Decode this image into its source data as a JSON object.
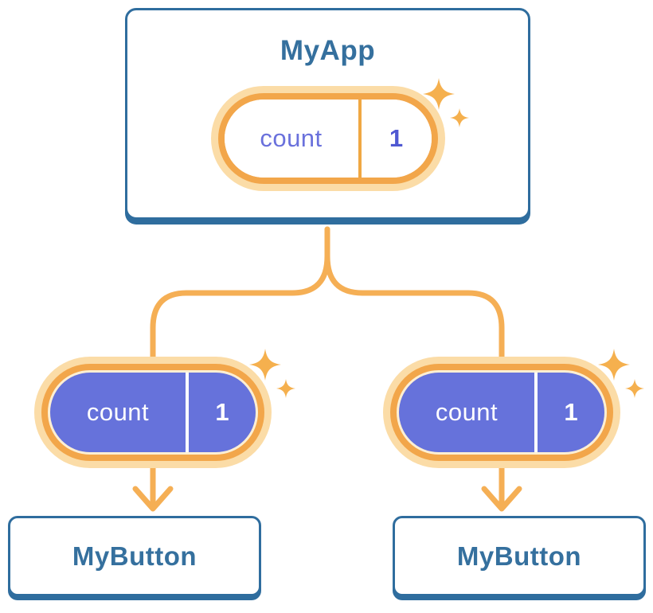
{
  "diagram": {
    "description": "component state sharing tree",
    "root": {
      "title": "MyApp",
      "state": {
        "name": "count",
        "value": "1"
      }
    },
    "children": [
      {
        "title": "MyButton",
        "state": {
          "name": "count",
          "value": "1"
        }
      },
      {
        "title": "MyButton",
        "state": {
          "name": "count",
          "value": "1"
        }
      }
    ]
  },
  "colors": {
    "card_border_blue": "#2F6D9E",
    "title_text_blue": "#35709E",
    "connector_orange": "#F5AF55",
    "pill_ring_orange": "#F2A64A",
    "pill_halo_peach": "#FBDCA7",
    "pill_purple": "#6672DB",
    "state_name_purple": "#6A71DC",
    "state_value_purple": "#4F58D2",
    "sparkle_orange": "#F5B04E",
    "background": "#FFFFFF"
  }
}
